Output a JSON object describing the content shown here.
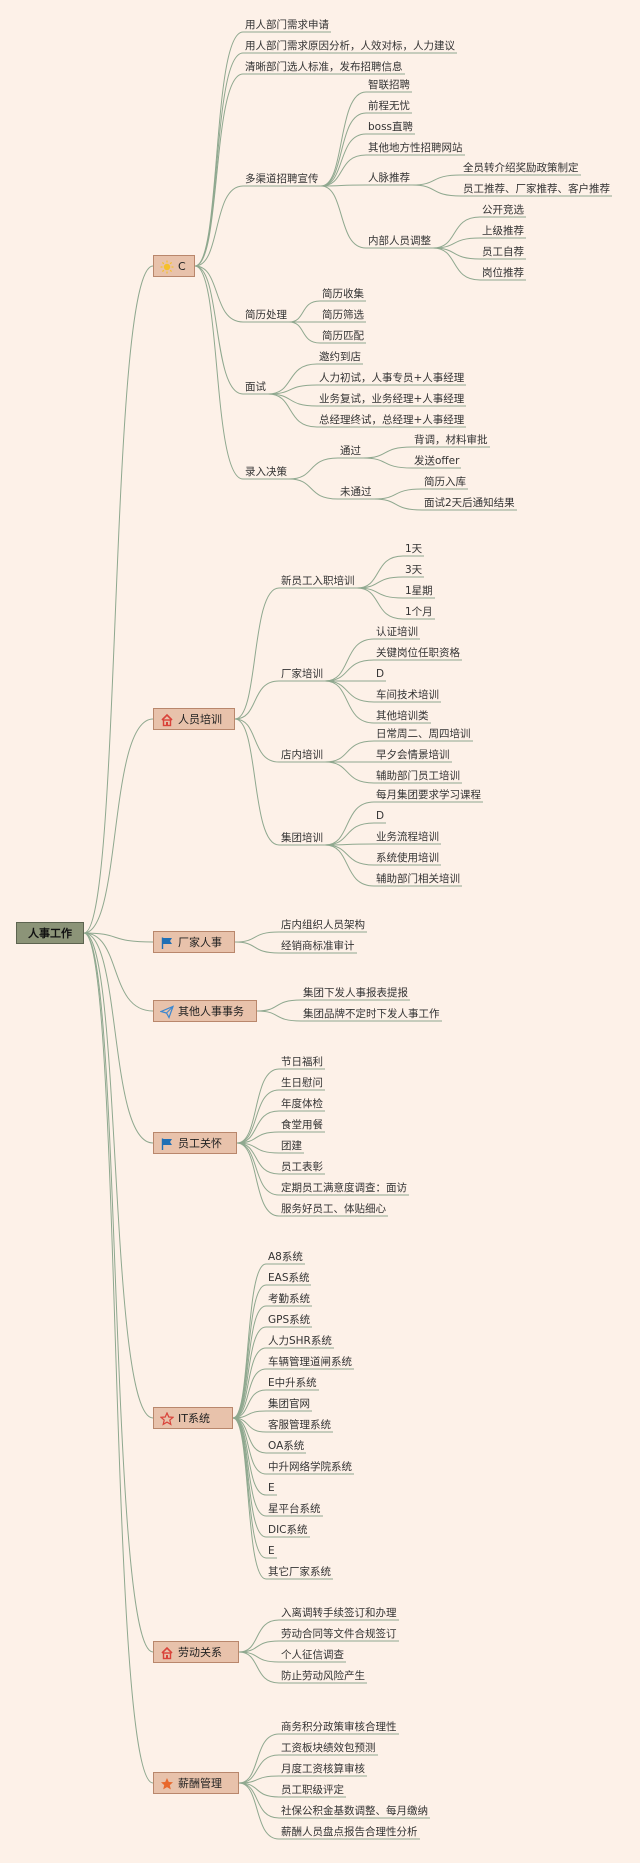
{
  "root": "人事工作",
  "c": {
    "label": "C",
    "items": [
      "用人部门需求申请",
      "用人部门需求原因分析，人效对标，人力建议",
      "清晰部门选人标准，发布招聘信息"
    ],
    "channel": {
      "label": "多渠道招聘宣传",
      "items": [
        "智联招聘",
        "前程无忧",
        "boss直聘",
        "其他地方性招聘网站"
      ],
      "referral": {
        "label": "人脉推荐",
        "items": [
          "全员转介绍奖励政策制定",
          "员工推荐、厂家推荐、客户推荐"
        ]
      },
      "internal": {
        "label": "内部人员调整",
        "items": [
          "公开竞选",
          "上级推荐",
          "员工自荐",
          "岗位推荐"
        ]
      }
    },
    "resume": {
      "label": "简历处理",
      "items": [
        "简历收集",
        "简历筛选",
        "简历匹配"
      ]
    },
    "interview": {
      "label": "面试",
      "items": [
        "邀约到店",
        "人力初试，人事专员+人事经理",
        "业务复试，业务经理+人事经理",
        "总经理终试，总经理+人事经理"
      ]
    },
    "decision": {
      "label": "录入决策",
      "pass": {
        "label": "通过",
        "items": [
          "背调，材料审批",
          "发送offer"
        ]
      },
      "fail": {
        "label": "未通过",
        "items": [
          "简历入库",
          "面试2天后通知结果"
        ]
      }
    }
  },
  "training": {
    "label": "人员培训",
    "newhire": {
      "label": "新员工入职培训",
      "items": [
        "1天",
        "3天",
        "1星期",
        "1个月"
      ]
    },
    "vendor": {
      "label": "厂家培训",
      "items": [
        "认证培训",
        "关键岗位任职资格",
        "D",
        "车间技术培训",
        "其他培训类"
      ]
    },
    "store": {
      "label": "店内培训",
      "items": [
        "日常周二、周四培训",
        "早夕会情景培训",
        "辅助部门员工培训"
      ]
    },
    "group": {
      "label": "集团培训",
      "items": [
        "每月集团要求学习课程",
        "D",
        "业务流程培训",
        "系统使用培训",
        "辅助部门相关培训"
      ]
    }
  },
  "vendor_hr": {
    "label": "厂家人事",
    "items": [
      "店内组织人员架构",
      "经销商标准审计"
    ]
  },
  "other_hr": {
    "label": "其他人事事务",
    "items": [
      "集团下发人事报表提报",
      "集团品牌不定时下发人事工作"
    ]
  },
  "care": {
    "label": "员工关怀",
    "items": [
      "节日福利",
      "生日慰问",
      "年度体检",
      "食堂用餐",
      "团建",
      "员工表彰",
      "定期员工满意度调查：面访",
      "服务好员工、体贴细心"
    ]
  },
  "it": {
    "label": "IT系统",
    "items": [
      "A8系统",
      "EAS系统",
      "考勤系统",
      "GPS系统",
      "人力SHR系统",
      "车辆管理道闸系统",
      "E中升系统",
      "集团官网",
      "客服管理系统",
      "OA系统",
      "中升网络学院系统",
      "E",
      "星平台系统",
      "DIC系统",
      "E",
      "其它厂家系统"
    ]
  },
  "labor": {
    "label": "劳动关系",
    "items": [
      "入离调转手续签订和办理",
      "劳动合同等文件合规签订",
      "个人征信调查",
      "防止劳动风险产生"
    ]
  },
  "salary": {
    "label": "薪酬管理",
    "items": [
      "商务积分政策审核合理性",
      "工资板块绩效包预测",
      "月度工资核算审核",
      "员工职级评定",
      "社保公积金基数调整、每月缴纳",
      "薪酬人员盘点报告合理性分析"
    ]
  },
  "colors": {
    "line": "#8fa88f",
    "box": "#e8c2ab",
    "root": "#8c9478",
    "bg": "#fdf1e8"
  },
  "icons": {
    "c": "sun-icon",
    "training": "house-icon",
    "vendor_hr": "flag-icon",
    "other_hr": "send-icon",
    "care": "flag-icon",
    "it": "star-icon",
    "labor": "house-icon",
    "salary": "star-icon"
  }
}
